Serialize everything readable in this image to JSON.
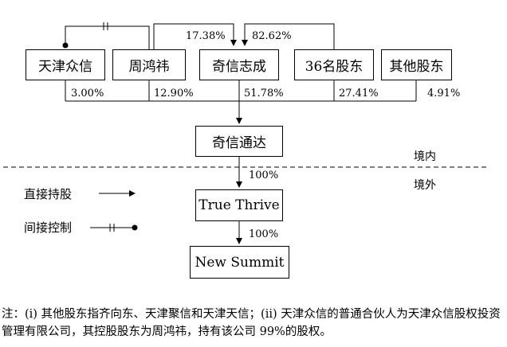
{
  "entities": {
    "tianjin_zhongxin": "天津众信",
    "zhou_hongwei": "周鸿祎",
    "qixin_zhicheng": "奇信志成",
    "shareholders_36": "36名股东",
    "other_shareholders": "其他股东",
    "qixin_tongda": "奇信通达",
    "true_thrive": "True Thrive",
    "new_summit": "New Summit"
  },
  "percentages": {
    "zhou_to_zhicheng": "17.38%",
    "s36_to_zhicheng": "82.62%",
    "tianjin_to_tongda": "3.00%",
    "zhou_to_tongda": "12.90%",
    "zhicheng_to_tongda": "51.78%",
    "s36_to_tongda": "27.41%",
    "other_to_tongda": "4.91%",
    "tongda_to_truethrive": "100%",
    "truethrive_to_newsummit": "100%"
  },
  "regions": {
    "domestic": "境内",
    "overseas": "境外"
  },
  "legend": {
    "direct": "直接持股",
    "indirect": "间接控制"
  },
  "footnote": "注：(i) 其他股东指齐向东、天津聚信和天津天信；(ii) 天津众信的普通合伙人为天津众信股权投资管理有限公司，其控股股东为周鸿祎，持有该公司 99%的股权。"
}
